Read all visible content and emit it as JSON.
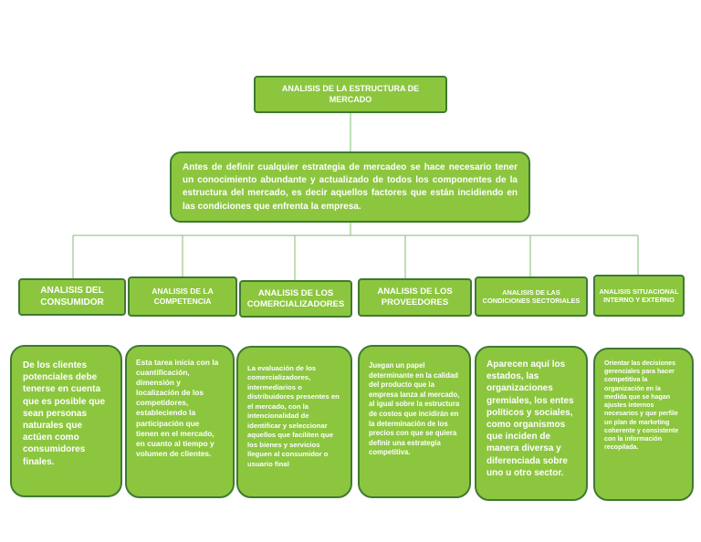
{
  "title": "ANALISIS DE LA ESTRUCTURA DE MERCADO",
  "intro": "Antes de definir cualquier estrategia de mercadeo se hace necesario tener un conocimiento abundante y actualizado de todos los componentes de la estructura del mercado, es decir aquellos factores que están incidiendo en las condiciones que enfrenta la empresa.",
  "columns": [
    {
      "heading": "ANALISIS DEL CONSUMIDOR",
      "text": "De los clientes potenciales debe tenerse en cuenta que es posible que sean personas naturales que actúen como consumidores finales."
    },
    {
      "heading": "ANALISIS DE LA COMPETENCIA",
      "text": "Esta tarea inicia con la cuantificación, dimensión y localización de los competidores, estableciendo la participación que tienen en el mercado, en cuanto al tiempo y volumen de clientes."
    },
    {
      "heading": "ANALISIS DE LOS COMERCIALIZADORES",
      "text": "La evaluación de los comercializadores, intermediarios o distribuidores presentes en el mercado, con la intencionalidad de identificar y seleccionar aquellos que faciliten que los bienes y servicios lleguen al consumidor o usuario final"
    },
    {
      "heading": "ANALISIS DE LOS PROVEEDORES",
      "text": "Juegan un papel determinante en la calidad del producto que la empresa lanza al mercado, al igual sobre la estructura de costos que incidirán en la determinación de los precios con que se quiera definir una estrategia competitiva."
    },
    {
      "heading": "ANALISIS DE LAS CONDICIONES SECTORIALES",
      "text": "Aparecen aquí los estados, las organizaciones gremiales, los entes políticos y sociales, como organismos que inciden de manera diversa y diferenciada sobre uno u otro sector."
    },
    {
      "heading": "ANALISIS SITUACIONAL INTERNO Y EXTERNO",
      "text": "Orientar las decisiones gerenciales para hacer competitiva la organización en la medida que se hagan ajustes internos necesarios y que perfile un plan de marketing coherente y consistente con la información recopilada."
    }
  ]
}
